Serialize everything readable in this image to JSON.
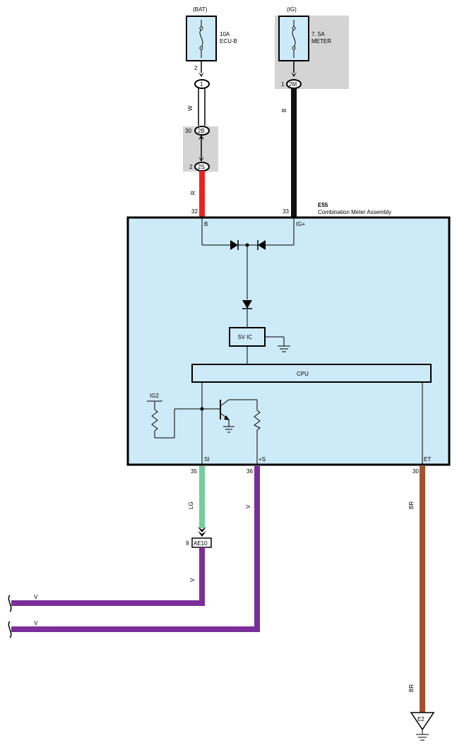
{
  "sources": {
    "bat": {
      "label": "(BAT)",
      "fuse_rating": "10A",
      "fuse_name": "ECU-B",
      "pin": "2"
    },
    "ig": {
      "label": "(IG)",
      "fuse_rating": "7. 5A",
      "fuse_name": "METER",
      "pin": "1",
      "connector": "2M"
    }
  },
  "connectors": {
    "c1": {
      "name": "1"
    },
    "c2b": {
      "name": "2B",
      "pin": "30"
    },
    "c2s": {
      "name": "2S",
      "pin": "2"
    },
    "ae10": {
      "name": "AE10",
      "pin": "9"
    }
  },
  "component": {
    "id": "E55",
    "name": "Combination Meter Assembly",
    "pins": {
      "b": {
        "num": "32",
        "name": "B"
      },
      "ig": {
        "num": "33",
        "name": "IG+"
      },
      "si": {
        "num": "35",
        "name": "SI"
      },
      "s": {
        "num": "36",
        "name": "+S"
      },
      "et": {
        "num": "30",
        "name": "ET"
      }
    },
    "blocks": {
      "ic": "5V IC",
      "cpu": "CPU",
      "ig2": "IG2"
    }
  },
  "wires": {
    "w_bat_upper": "W",
    "w_bat_lower": "R",
    "w_ig": "B",
    "w_si": "LG",
    "w_s": "V",
    "w_si_down": "V",
    "w_h1": "V",
    "w_h2": "V",
    "w_et_upper": "BR",
    "w_et_lower": "BR"
  },
  "ground": {
    "label": "E2"
  },
  "colors": {
    "red": "#ee2222",
    "black": "#111111",
    "green": "#77cc99",
    "violet": "#7a2e99",
    "brown": "#a0522d",
    "component_fill": "#cdeaf8",
    "shade": "#d4d4d4"
  }
}
